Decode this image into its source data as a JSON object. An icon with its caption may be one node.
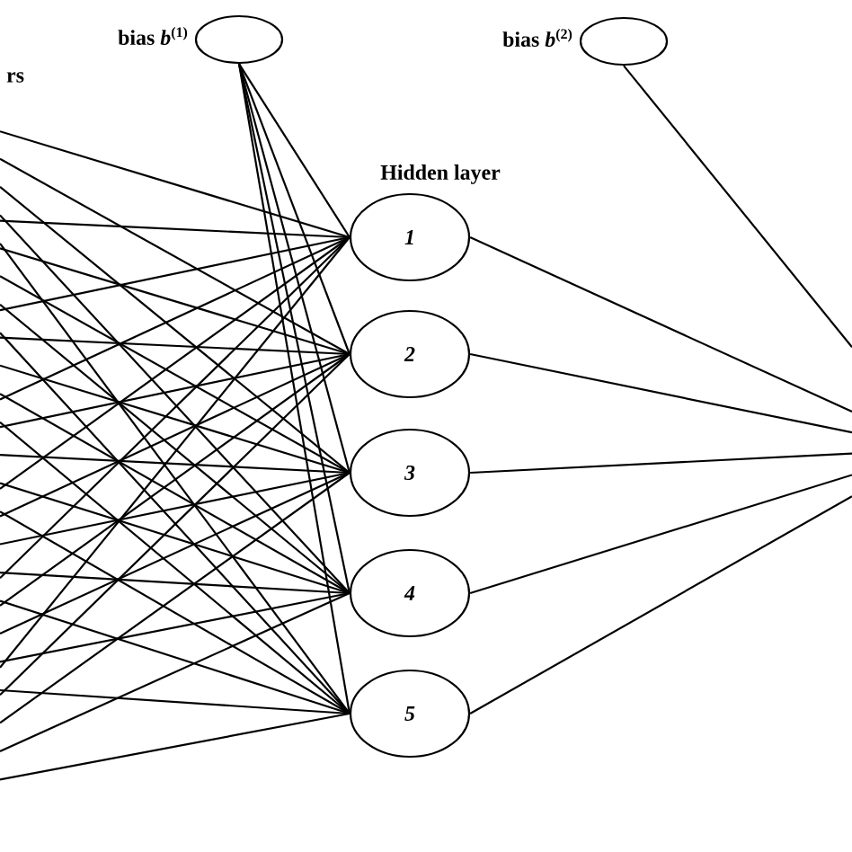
{
  "diagram": {
    "nodes": [
      {
        "text": [],
        "shape": "circle",
        "beside": [
          "bias *b*$^{(1)}$"
        ]
      },
      {
        "text": [
          "1"
        ]
      },
      {
        "text": [
          "2"
        ]
      },
      {
        "text": [
          "3"
        ]
      },
      {
        "text": [
          "4"
        ]
      },
      {
        "text": [
          "5"
        ]
      },
      {
        "text": [],
        "shape": "circle",
        "beside": [
          "bias *b*$^{(2)}$"
        ]
      }
    ],
    "edges": [
      {
        "from": 0,
        "to": 1,
        "arrow": "none"
      },
      {
        "from": 0,
        "to": 2,
        "arrow": "none"
      },
      {
        "from": 0,
        "to": 3,
        "arrow": "none"
      },
      {
        "from": 0,
        "to": 4,
        "arrow": "none"
      },
      {
        "from": 0,
        "to": 5,
        "arrow": "none"
      },
      {
        "from": null,
        "to": 1,
        "arrow": "none"
      },
      {
        "from": null,
        "to": 2,
        "arrow": "none"
      },
      {
        "from": null,
        "to": 3,
        "arrow": "none"
      },
      {
        "from": null,
        "to": 4,
        "arrow": "none"
      },
      {
        "from": null,
        "to": 5,
        "arrow": "none"
      },
      {
        "from": null,
        "to": 1,
        "arrow": "none"
      },
      {
        "from": null,
        "to": 2,
        "arrow": "none"
      },
      {
        "from": null,
        "to": 3,
        "arrow": "none"
      },
      {
        "from": null,
        "to": 4,
        "arrow": "none"
      },
      {
        "from": null,
        "to": 5,
        "arrow": "none"
      },
      {
        "from": null,
        "to": 1,
        "arrow": "none"
      },
      {
        "from": null,
        "to": 2,
        "arrow": "none"
      },
      {
        "from": null,
        "to": 3,
        "arrow": "none"
      },
      {
        "from": null,
        "to": 4,
        "arrow": "none"
      },
      {
        "from": null,
        "to": 5,
        "arrow": "none"
      },
      {
        "from": null,
        "to": 1,
        "arrow": "none"
      },
      {
        "from": null,
        "to": 2,
        "arrow": "none"
      },
      {
        "from": null,
        "to": 3,
        "arrow": "none"
      },
      {
        "from": null,
        "to": 4,
        "arrow": "none"
      },
      {
        "from": null,
        "to": 5,
        "arrow": "none"
      },
      {
        "from": null,
        "to": 1,
        "arrow": "none"
      },
      {
        "from": null,
        "to": 2,
        "arrow": "none"
      },
      {
        "from": null,
        "to": 3,
        "arrow": "none"
      },
      {
        "from": null,
        "to": 4,
        "arrow": "none"
      },
      {
        "from": null,
        "to": 5,
        "arrow": "none"
      },
      {
        "from": null,
        "to": 1,
        "arrow": "none"
      },
      {
        "from": null,
        "to": 2,
        "arrow": "none"
      },
      {
        "from": null,
        "to": 3,
        "arrow": "none"
      },
      {
        "from": null,
        "to": 4,
        "arrow": "none"
      },
      {
        "from": null,
        "to": 5,
        "arrow": "none"
      },
      {
        "from": null,
        "to": 1,
        "arrow": "none"
      },
      {
        "from": null,
        "to": 2,
        "arrow": "none"
      },
      {
        "from": null,
        "to": 3,
        "arrow": "none"
      },
      {
        "from": null,
        "to": 4,
        "arrow": "none"
      },
      {
        "from": null,
        "to": 5,
        "arrow": "none"
      },
      {
        "from": 1,
        "to": null,
        "arrow": "none"
      },
      {
        "from": 2,
        "to": null,
        "arrow": "none"
      },
      {
        "from": 3,
        "to": null,
        "arrow": "none"
      },
      {
        "from": 4,
        "to": null,
        "arrow": "none"
      },
      {
        "from": 5,
        "to": null,
        "arrow": "none"
      },
      {
        "from": 6,
        "to": null,
        "arrow": "none"
      }
    ],
    "labels": [
      "rs",
      "Hidden layer"
    ]
  }
}
